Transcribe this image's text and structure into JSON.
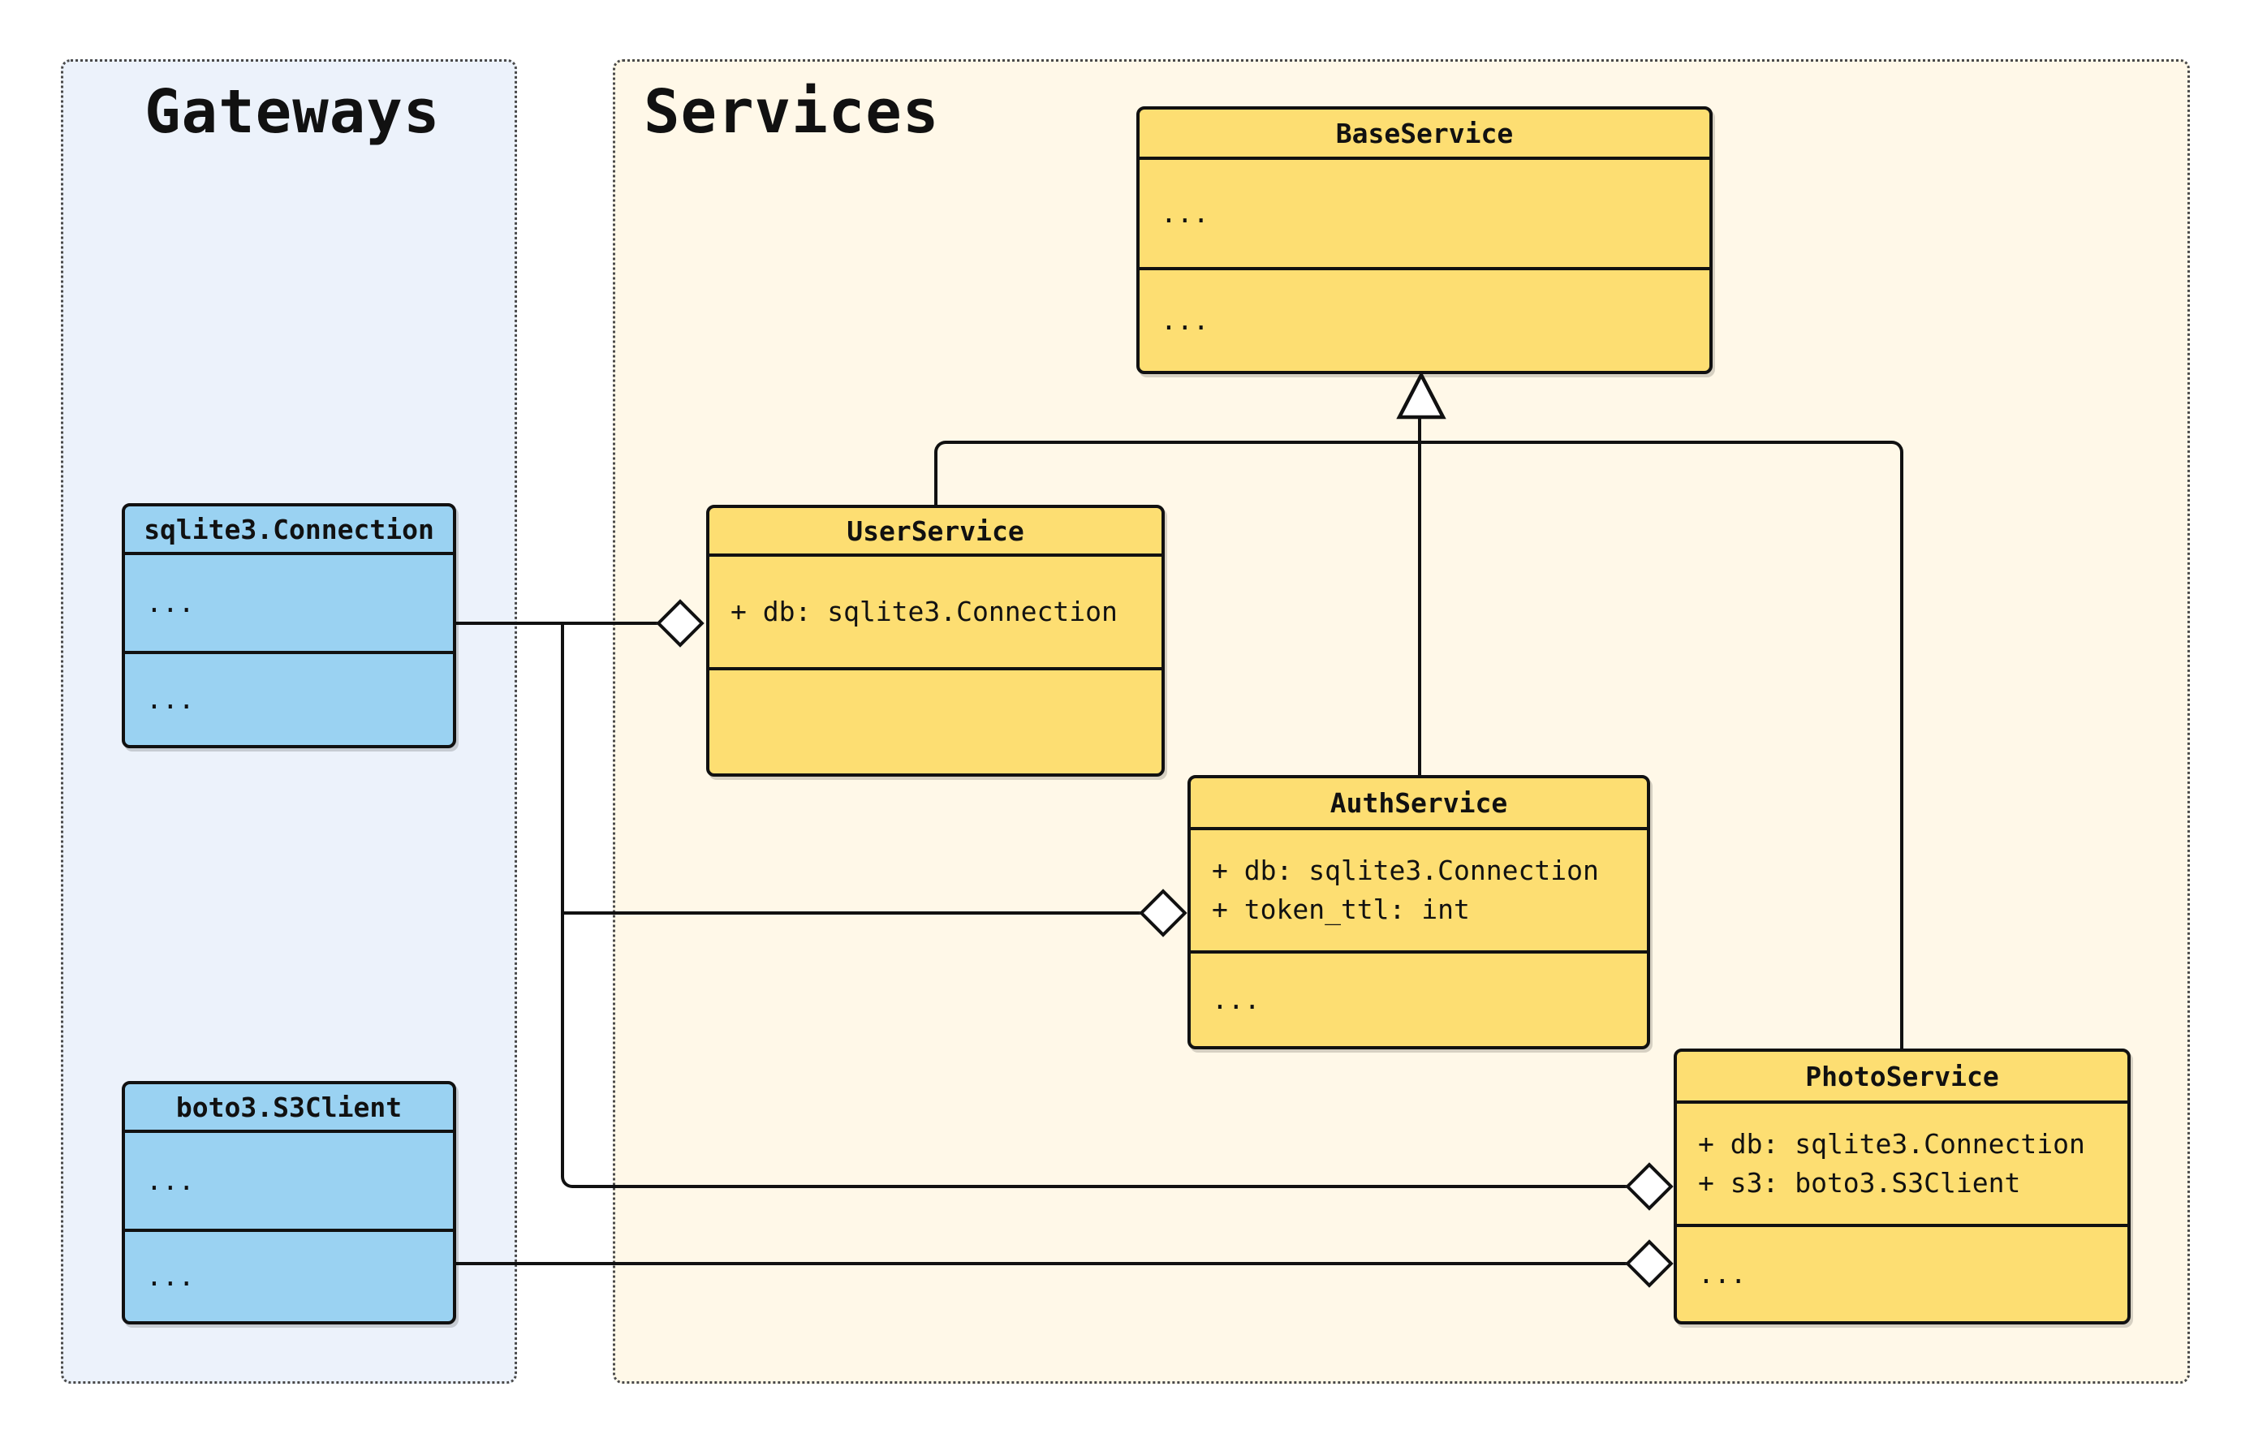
{
  "diagram": {
    "type": "uml-class-diagram",
    "panels": {
      "gateways": {
        "title": "Gateways"
      },
      "services": {
        "title": "Services"
      }
    },
    "classes": {
      "sqlite_connection": {
        "name": "sqlite3.Connection",
        "attributes": [
          "..."
        ],
        "methods": [
          "..."
        ]
      },
      "boto_s3client": {
        "name": "boto3.S3Client",
        "attributes": [
          "..."
        ],
        "methods": [
          "..."
        ]
      },
      "base_service": {
        "name": "BaseService",
        "attributes": [
          "..."
        ],
        "methods": [
          "..."
        ]
      },
      "user_service": {
        "name": "UserService",
        "attributes": [
          "+ db: sqlite3.Connection"
        ],
        "methods": []
      },
      "auth_service": {
        "name": "AuthService",
        "attributes": [
          "+ db: sqlite3.Connection",
          "+ token_ttl: int"
        ],
        "methods": [
          "..."
        ]
      },
      "photo_service": {
        "name": "PhotoService",
        "attributes": [
          "+ db: sqlite3.Connection",
          "+ s3: boto3.S3Client"
        ],
        "methods": [
          "..."
        ]
      }
    },
    "relationships": [
      {
        "from": "UserService",
        "to": "BaseService",
        "type": "inheritance"
      },
      {
        "from": "AuthService",
        "to": "BaseService",
        "type": "inheritance"
      },
      {
        "from": "PhotoService",
        "to": "BaseService",
        "type": "inheritance"
      },
      {
        "from": "sqlite3.Connection",
        "to": "UserService",
        "type": "aggregation"
      },
      {
        "from": "sqlite3.Connection",
        "to": "AuthService",
        "type": "aggregation"
      },
      {
        "from": "sqlite3.Connection",
        "to": "PhotoService",
        "type": "aggregation"
      },
      {
        "from": "boto3.S3Client",
        "to": "PhotoService",
        "type": "aggregation"
      }
    ],
    "colors": {
      "gateway_panel_bg": "#ECF2FB",
      "service_panel_bg": "#FFF8E8",
      "gateway_node_fill": "#9AD2F2",
      "service_node_fill": "#FDDE72",
      "stroke": "#111111"
    }
  }
}
